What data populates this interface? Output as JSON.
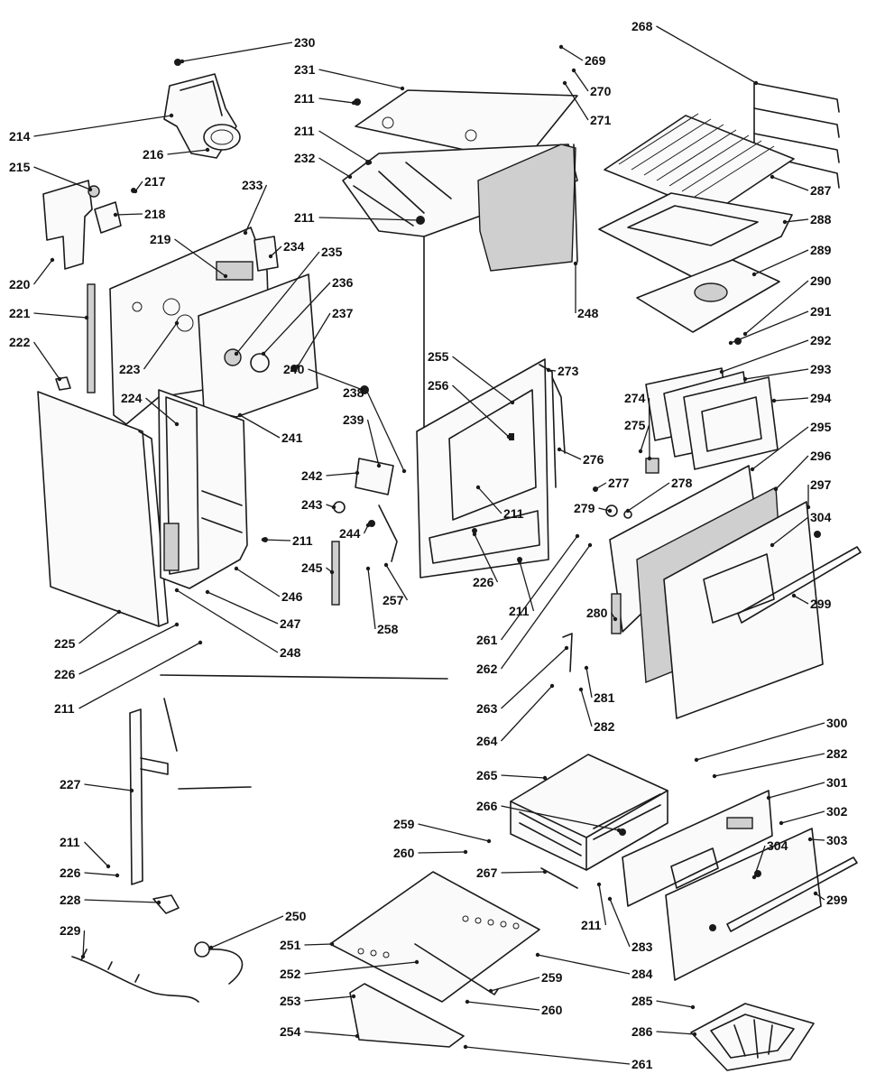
{
  "diagram": {
    "parts": [
      {
        "id": "p230",
        "label": "230"
      },
      {
        "id": "p231",
        "label": "231"
      },
      {
        "id": "p211a",
        "label": "211"
      },
      {
        "id": "p211b",
        "label": "211"
      },
      {
        "id": "p232",
        "label": "232"
      },
      {
        "id": "p211c",
        "label": "211"
      },
      {
        "id": "p214",
        "label": "214"
      },
      {
        "id": "p216",
        "label": "216"
      },
      {
        "id": "p215",
        "label": "215"
      },
      {
        "id": "p217",
        "label": "217"
      },
      {
        "id": "p218",
        "label": "218"
      },
      {
        "id": "p233",
        "label": "233"
      },
      {
        "id": "p219",
        "label": "219"
      },
      {
        "id": "p234",
        "label": "234"
      },
      {
        "id": "p235",
        "label": "235"
      },
      {
        "id": "p236",
        "label": "236"
      },
      {
        "id": "p237",
        "label": "237"
      },
      {
        "id": "p220",
        "label": "220"
      },
      {
        "id": "p221",
        "label": "221"
      },
      {
        "id": "p222",
        "label": "222"
      },
      {
        "id": "p223",
        "label": "223"
      },
      {
        "id": "p224",
        "label": "224"
      },
      {
        "id": "p240",
        "label": "240"
      },
      {
        "id": "p238",
        "label": "238"
      },
      {
        "id": "p239",
        "label": "239"
      },
      {
        "id": "p241",
        "label": "241"
      },
      {
        "id": "p242",
        "label": "242"
      },
      {
        "id": "p243",
        "label": "243"
      },
      {
        "id": "p211d",
        "label": "211"
      },
      {
        "id": "p244",
        "label": "244"
      },
      {
        "id": "p245",
        "label": "245"
      },
      {
        "id": "p246",
        "label": "246"
      },
      {
        "id": "p247",
        "label": "247"
      },
      {
        "id": "p248a",
        "label": "248"
      },
      {
        "id": "p225",
        "label": "225"
      },
      {
        "id": "p226a",
        "label": "226"
      },
      {
        "id": "p211e",
        "label": "211"
      },
      {
        "id": "p257",
        "label": "257"
      },
      {
        "id": "p258",
        "label": "258"
      },
      {
        "id": "p248b",
        "label": "248"
      },
      {
        "id": "p255",
        "label": "255"
      },
      {
        "id": "p256",
        "label": "256"
      },
      {
        "id": "p273",
        "label": "273"
      },
      {
        "id": "p274",
        "label": "274"
      },
      {
        "id": "p275",
        "label": "275"
      },
      {
        "id": "p276",
        "label": "276"
      },
      {
        "id": "p211f",
        "label": "211"
      },
      {
        "id": "p226b",
        "label": "226"
      },
      {
        "id": "p211g",
        "label": "211"
      },
      {
        "id": "p277",
        "label": "277"
      },
      {
        "id": "p278",
        "label": "278"
      },
      {
        "id": "p279",
        "label": "279"
      },
      {
        "id": "p261a",
        "label": "261"
      },
      {
        "id": "p262",
        "label": "262"
      },
      {
        "id": "p280",
        "label": "280"
      },
      {
        "id": "p263",
        "label": "263"
      },
      {
        "id": "p264",
        "label": "264"
      },
      {
        "id": "p281",
        "label": "281"
      },
      {
        "id": "p282a",
        "label": "282"
      },
      {
        "id": "p268",
        "label": "268"
      },
      {
        "id": "p269",
        "label": "269"
      },
      {
        "id": "p270",
        "label": "270"
      },
      {
        "id": "p271",
        "label": "271"
      },
      {
        "id": "p287",
        "label": "287"
      },
      {
        "id": "p288",
        "label": "288"
      },
      {
        "id": "p289",
        "label": "289"
      },
      {
        "id": "p290",
        "label": "290"
      },
      {
        "id": "p291",
        "label": "291"
      },
      {
        "id": "p292",
        "label": "292"
      },
      {
        "id": "p293",
        "label": "293"
      },
      {
        "id": "p294",
        "label": "294"
      },
      {
        "id": "p295",
        "label": "295"
      },
      {
        "id": "p296",
        "label": "296"
      },
      {
        "id": "p297",
        "label": "297"
      },
      {
        "id": "p304a",
        "label": "304"
      },
      {
        "id": "p299a",
        "label": "299"
      },
      {
        "id": "p227",
        "label": "227"
      },
      {
        "id": "p211h",
        "label": "211"
      },
      {
        "id": "p226c",
        "label": "226"
      },
      {
        "id": "p228",
        "label": "228"
      },
      {
        "id": "p229",
        "label": "229"
      },
      {
        "id": "p250",
        "label": "250"
      },
      {
        "id": "p251",
        "label": "251"
      },
      {
        "id": "p252",
        "label": "252"
      },
      {
        "id": "p253",
        "label": "253"
      },
      {
        "id": "p254",
        "label": "254"
      },
      {
        "id": "p259a",
        "label": "259"
      },
      {
        "id": "p260a",
        "label": "260"
      },
      {
        "id": "p265",
        "label": "265"
      },
      {
        "id": "p266",
        "label": "266"
      },
      {
        "id": "p267",
        "label": "267"
      },
      {
        "id": "p211i",
        "label": "211"
      },
      {
        "id": "p283",
        "label": "283"
      },
      {
        "id": "p284",
        "label": "284"
      },
      {
        "id": "p259b",
        "label": "259"
      },
      {
        "id": "p260b",
        "label": "260"
      },
      {
        "id": "p261b",
        "label": "261"
      },
      {
        "id": "p300",
        "label": "300"
      },
      {
        "id": "p282b",
        "label": "282"
      },
      {
        "id": "p301",
        "label": "301"
      },
      {
        "id": "p302",
        "label": "302"
      },
      {
        "id": "p304b",
        "label": "304"
      },
      {
        "id": "p303",
        "label": "303"
      },
      {
        "id": "p299b",
        "label": "299"
      },
      {
        "id": "p285",
        "label": "285"
      },
      {
        "id": "p286",
        "label": "286"
      }
    ]
  }
}
